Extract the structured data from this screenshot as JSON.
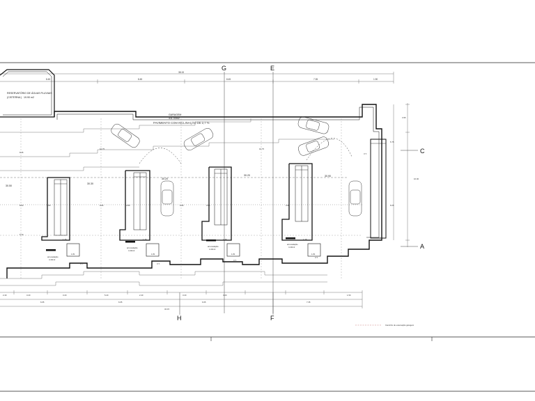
{
  "axes": {
    "top": [
      "G",
      "E"
    ],
    "bottom": [
      "H",
      "F"
    ],
    "right": [
      "C",
      "A"
    ]
  },
  "labels": {
    "reservoir_line1": "RESERVATÓRIO DE ÁGUAS PLUVIAIS",
    "reservoir_line2": "(CISTERNA )",
    "reservoir_area": "19.90 m2",
    "garage_title": "GARAGEM",
    "garage_area": "411.33m2",
    "slope_note": "PAVIMENTO COM INCLINAÇÃO DE 2,7 %",
    "levels": [
      "30.50",
      "30.30",
      "30.20",
      "30.20",
      "30.90"
    ],
    "storage": [
      "arrecadação",
      "arrecadação",
      "arrecadação",
      "arrecadação"
    ],
    "storage_areas": [
      "4.40m2",
      "4.40m2",
      "4.40m2",
      "4.40m2"
    ],
    "vt": [
      "V.T.",
      "V.T.",
      "V.T.",
      "V.T.",
      "V.T."
    ],
    "legend": "Caminho de evacuação garagem"
  },
  "dimensions": {
    "top_total": "38.15",
    "top_segments": [
      "8.45",
      "8.45",
      "8.45",
      "7.35",
      "1.90"
    ],
    "bottom_segments": [
      "2.40",
      "3.20",
      "3.20",
      "5.20",
      "2.40",
      "3.20",
      "3.20",
      "1.50"
    ],
    "bottom_subtotals": [
      "6.65",
      "6.65",
      "6.65",
      "7.35"
    ],
    "bottom_total": "34.15",
    "right": [
      "3.95",
      "5.75",
      "16.00",
      "8.25"
    ],
    "left": [
      "8.45",
      "8.00",
      "5.20"
    ],
    "interior": [
      "16.75",
      "16.75",
      "6.95",
      "6.95",
      "3.80",
      "3.80",
      "3.80",
      "3.80",
      "1.25",
      "1.25",
      "1.25",
      "1.25",
      "1.81",
      "1.81",
      "1.81",
      "1.81"
    ]
  },
  "colors": {
    "line": "#111111",
    "dim": "#555555",
    "legend": "#c97a7a"
  }
}
